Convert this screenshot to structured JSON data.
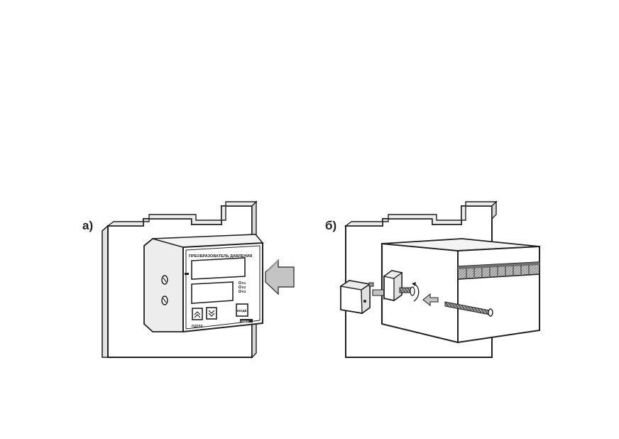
{
  "figure": {
    "panel_a": {
      "label": "а)",
      "device": {
        "header_text": "ПРЕОБРАЗОВАТЕЛЬ ДАВЛЕНИЯ",
        "model_text": "ПД150",
        "brand_text": "ОВЕН",
        "indicator_labels": [
          "К1",
          "К2",
          "К3"
        ],
        "button_up_glyph": "︽",
        "button_down_glyph": "︾",
        "mode_button_label": "МОДЕ"
      }
    },
    "panel_b": {
      "label": "б)"
    },
    "colors": {
      "line": "#222222",
      "panel_fill": "#ffffff",
      "shade": "#d0d0d0",
      "arrow_fill": "#c4c4c4"
    }
  }
}
